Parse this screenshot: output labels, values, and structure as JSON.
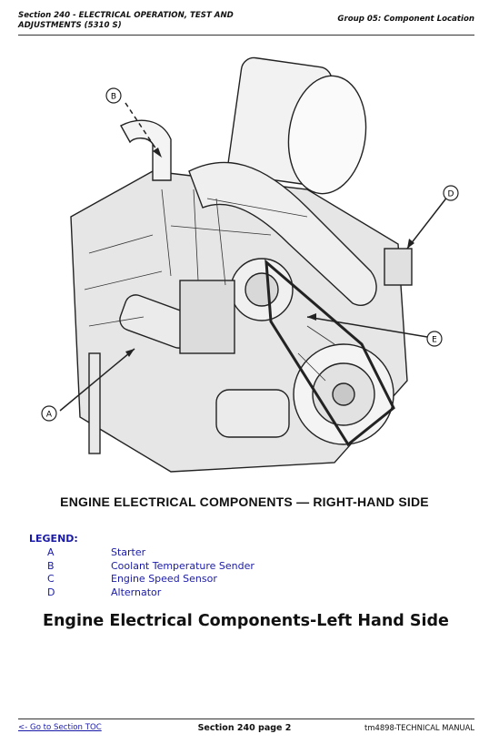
{
  "header": {
    "section_title": "Section 240 - ELECTRICAL OPERATION, TEST AND ADJUSTMENTS (5310 S)",
    "group_title": "Group 05: Component Location"
  },
  "figure": {
    "callouts": [
      "A",
      "B",
      "D",
      "E"
    ],
    "caption": "ENGINE ELECTRICAL COMPONENTS — RIGHT-HAND SIDE"
  },
  "legend": {
    "title": "LEGEND:",
    "items": [
      {
        "key": "A",
        "label": "Starter"
      },
      {
        "key": "B",
        "label": "Coolant Temperature Sender"
      },
      {
        "key": "C",
        "label": "Engine Speed Sensor"
      },
      {
        "key": "D",
        "label": "Alternator"
      }
    ]
  },
  "subtitle": "Engine Electrical Components-Left Hand Side",
  "footer": {
    "toc_link": "<- Go to Section TOC",
    "page_label": "Section 240 page 2",
    "manual": "tm4898-TECHNICAL MANUAL"
  }
}
